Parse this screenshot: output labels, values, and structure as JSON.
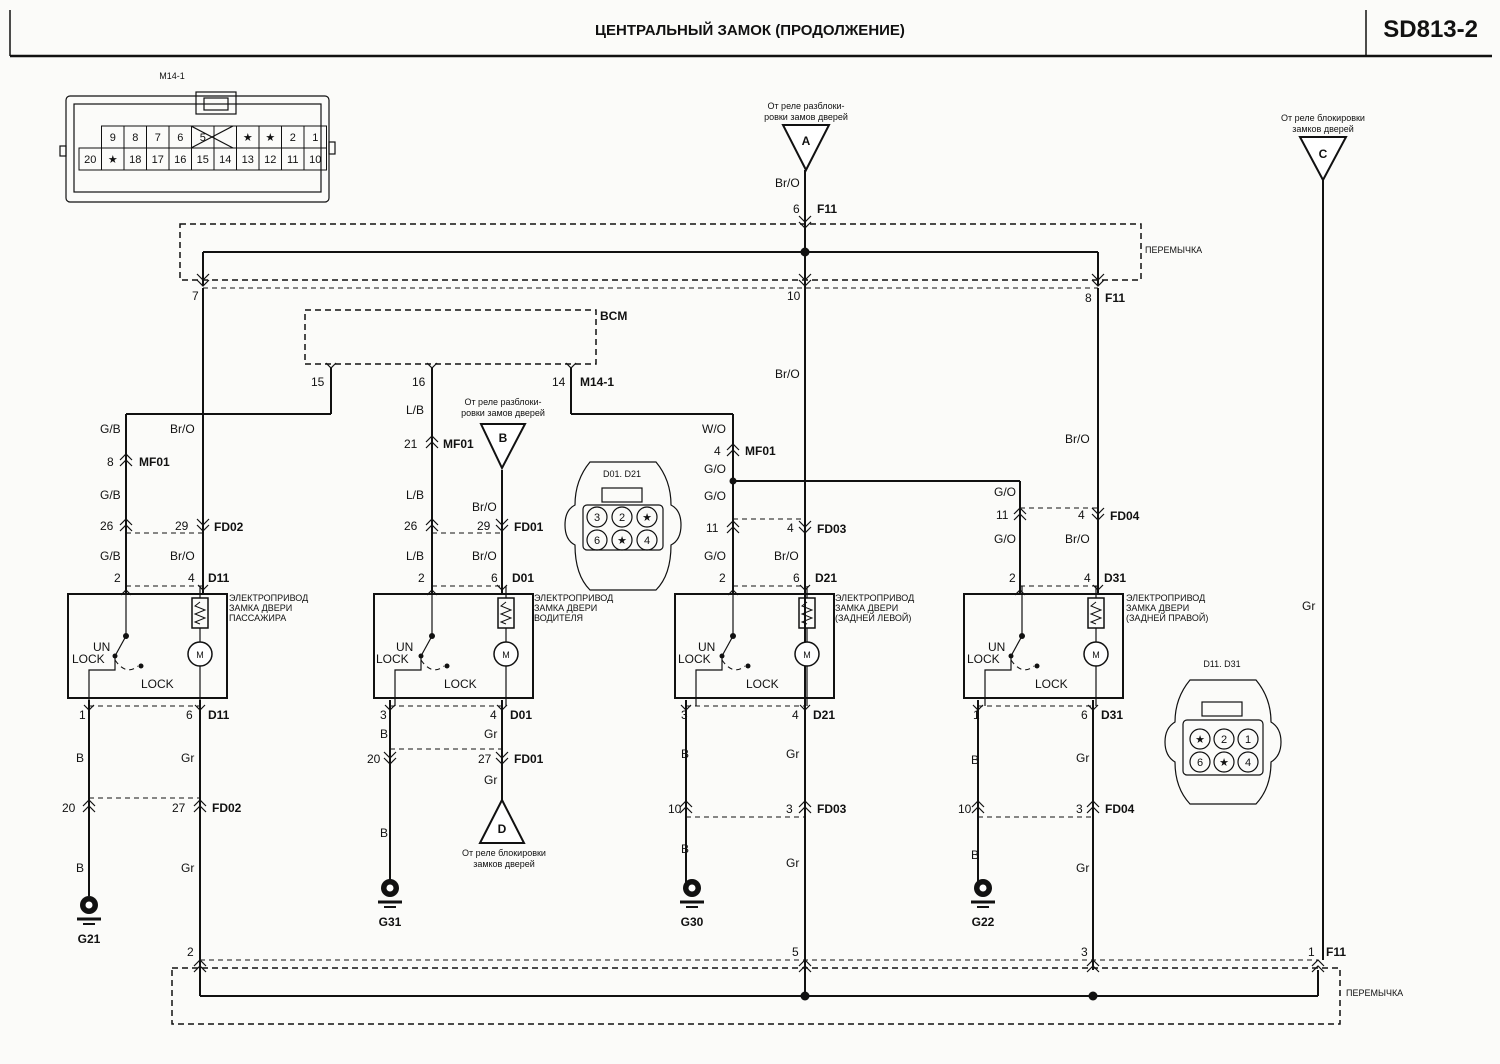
{
  "header": {
    "title": "ЦЕНТРАЛЬНЫЙ ЗАМОК (ПРОДОЛЖЕНИЕ)",
    "code": "SD813-2"
  },
  "m14": {
    "title": "M14-1",
    "top_row": [
      "9",
      "8",
      "7",
      "6",
      "5",
      "",
      "★",
      "★",
      "2",
      "1"
    ],
    "bottom_row": [
      "20",
      "★",
      "18",
      "17",
      "16",
      "15",
      "14",
      "13",
      "12",
      "11",
      "10"
    ]
  },
  "refs": {
    "a": {
      "letter": "A",
      "line1": "От реле разблоки-",
      "line2": "ровки замов дверей"
    },
    "b": {
      "letter": "B",
      "line1": "От реле разблоки-",
      "line2": "ровки замов дверей"
    },
    "c": {
      "letter": "C",
      "line1": "От реле блокировки",
      "line2": "замков дверей"
    },
    "d": {
      "letter": "D",
      "line1": "От реле блокировки",
      "line2": "замков дверей"
    }
  },
  "connectors": {
    "f11": "F11",
    "bcm": "BCM",
    "m14": "M14-1",
    "mf01": "MF01",
    "fd01": "FD01",
    "fd02": "FD02",
    "fd03": "FD03",
    "fd04": "FD04",
    "d01": "D01",
    "d11": "D11",
    "d21": "D21",
    "d31": "D31"
  },
  "jumper": "ПЕРЕМЫЧКА",
  "wires": {
    "bro": "Br/O",
    "gb": "G/B",
    "lb": "L/B",
    "wo": "W/O",
    "go": "G/O",
    "b": "B",
    "gr": "Gr"
  },
  "pins": {
    "p1": "1",
    "p2": "2",
    "p3": "3",
    "p4": "4",
    "p5": "5",
    "p6": "6",
    "p7": "7",
    "p8": "8",
    "p10": "10",
    "p11": "11",
    "p14": "14",
    "p15": "15",
    "p16": "16",
    "p20": "20",
    "p21": "21",
    "p26": "26",
    "p27": "27",
    "p29": "29"
  },
  "actuators": {
    "passenger": [
      "ЭЛЕКТРОПРИВОД",
      "ЗАМКА ДВЕРИ",
      "ПАССАЖИРА"
    ],
    "driver": [
      "ЭЛЕКТРОПРИВОД",
      "ЗАМКА ДВЕРИ",
      "ВОДИТЕЛЯ"
    ],
    "rear_left": [
      "ЭЛЕКТРОПРИВОД",
      "ЗАМКА ДВЕРИ",
      "(ЗАДНЕЙ ЛЕВОЙ)"
    ],
    "rear_right": [
      "ЭЛЕКТРОПРИВОД",
      "ЗАМКА ДВЕРИ",
      "(ЗАДНЕЙ ПРАВОЙ)"
    ]
  },
  "switch": {
    "un": "UN",
    "lock_word": "LOCK",
    "lock": "LOCK"
  },
  "motor": "M",
  "grounds": {
    "g21": "G21",
    "g31": "G31",
    "g30": "G30",
    "g22": "G22"
  },
  "door_conn_a": {
    "title": "D01. D21",
    "row1": [
      "3",
      "2",
      "★"
    ],
    "row2": [
      "6",
      "★",
      "4"
    ]
  },
  "door_conn_b": {
    "title": "D11. D31",
    "row1": [
      "★",
      "2",
      "1"
    ],
    "row2": [
      "6",
      "★",
      "4"
    ]
  }
}
